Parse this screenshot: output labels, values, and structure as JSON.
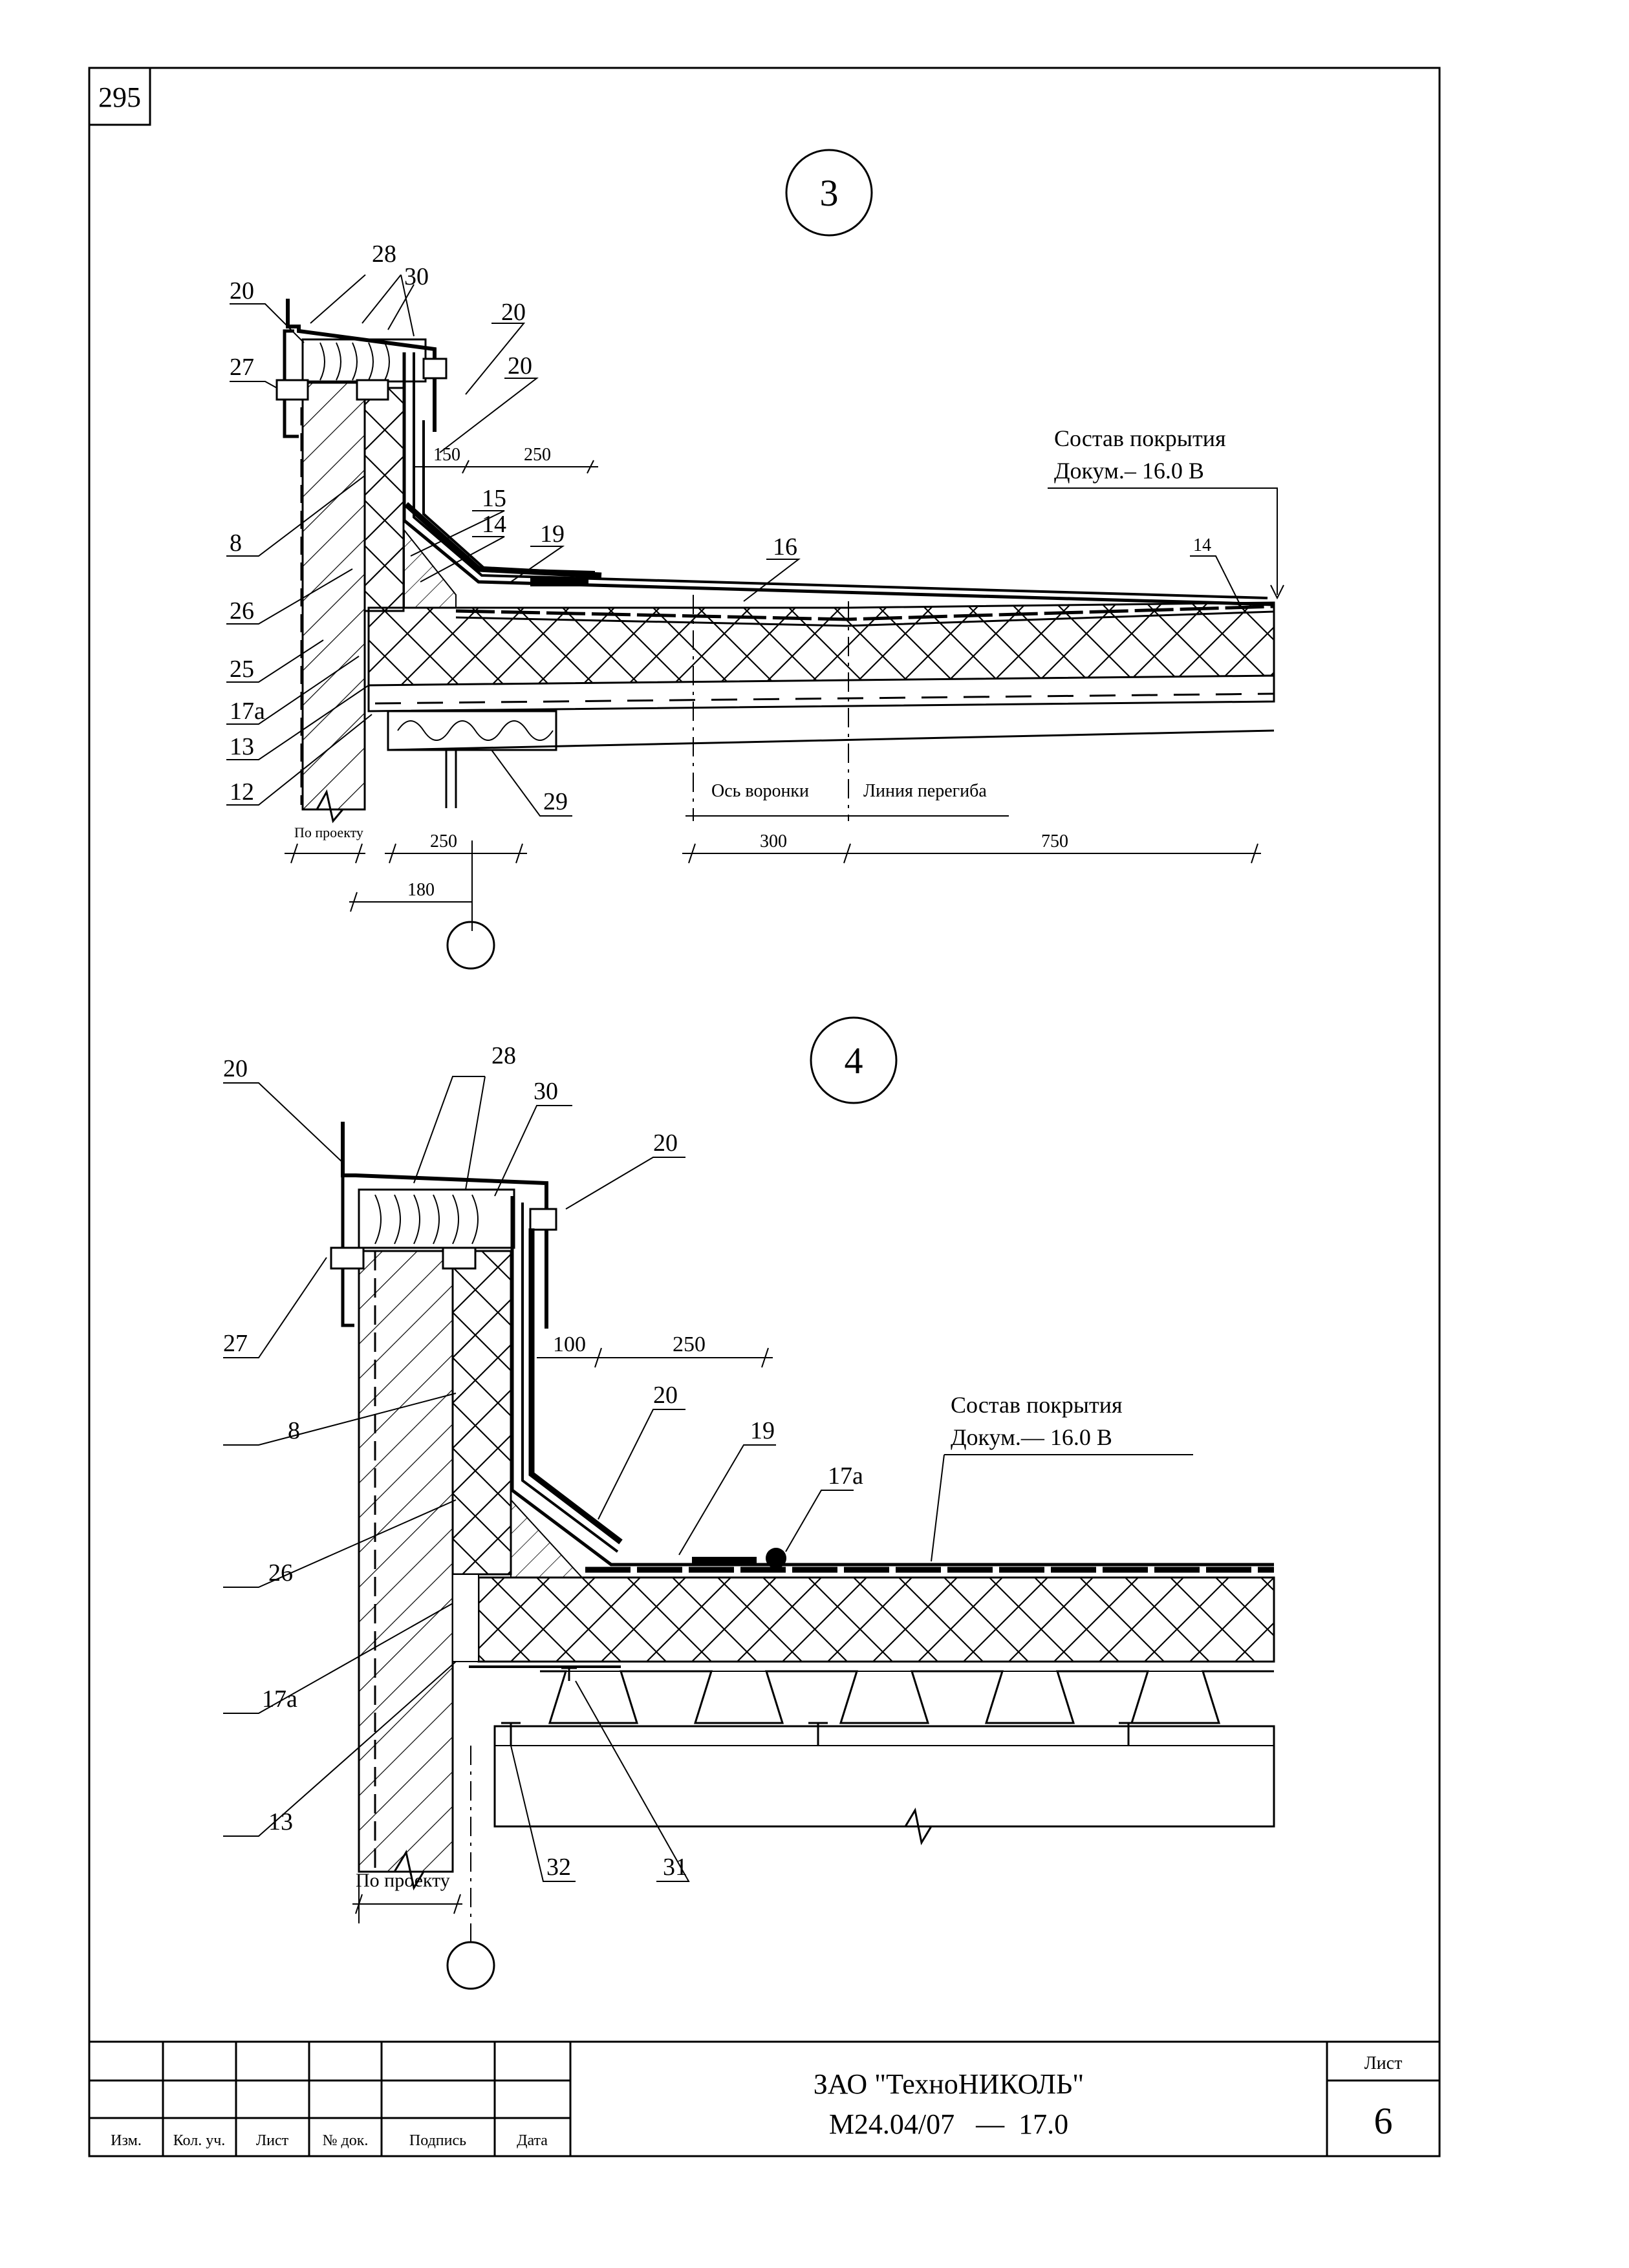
{
  "page_number": "295",
  "details": [
    {
      "number": "3",
      "labels": {
        "l28": "28",
        "l30": "30",
        "l20a": "20",
        "l20b": "20",
        "l20c": "20",
        "l27": "27",
        "l15": "15",
        "l14": "14",
        "l19": "19",
        "l16": "16",
        "l14b": "14",
        "l8": "8",
        "l26": "26",
        "l25": "25",
        "l17a": "17а",
        "l13": "13",
        "l12": "12",
        "l29": "29"
      },
      "dims": {
        "d150": "150",
        "d250": "250",
        "d250b": "250",
        "d180": "180",
        "d300": "300",
        "d750": "750"
      },
      "notes": {
        "composition": "Состав покрытия",
        "doc": "Докум.– 16.0 В",
        "funnel_axis": "Ось воронки",
        "bend_line": "Линия перегиба",
        "by_project": "По проекту"
      }
    },
    {
      "number": "4",
      "labels": {
        "l20a": "20",
        "l28": "28",
        "l30": "30",
        "l20b": "20",
        "l27": "27",
        "l20c": "20",
        "l19": "19",
        "l17a": "17а",
        "l8": "8",
        "l26": "26",
        "l17a2": "17а",
        "l13": "13",
        "l32": "32",
        "l31": "31"
      },
      "dims": {
        "d100": "100",
        "d250": "250"
      },
      "notes": {
        "composition": "Состав покрытия",
        "doc": "Докум.— 16.0 В",
        "by_project": "По проекту"
      }
    }
  ],
  "title_block": {
    "headers": [
      "Изм.",
      "Кол. уч.",
      "Лист",
      "№ док.",
      "Подпись",
      "Дата"
    ],
    "company": "ЗАО \"ТехноНИКОЛЬ\"",
    "code": "М24.04/07   —  17.0",
    "sheet_label": "Лист",
    "sheet_number": "6"
  }
}
